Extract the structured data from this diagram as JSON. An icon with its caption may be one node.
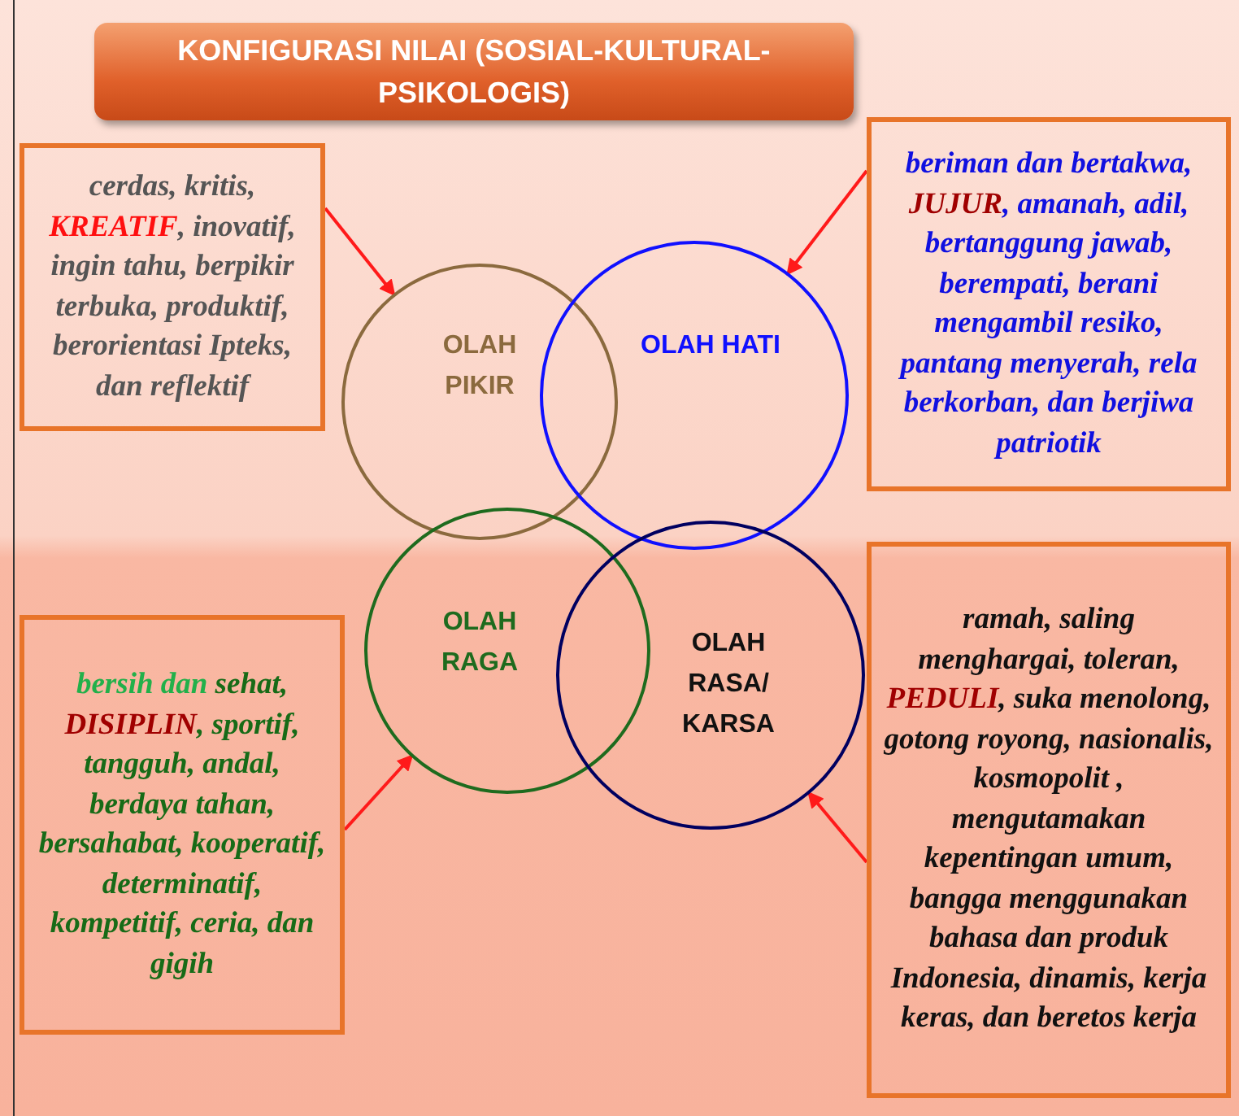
{
  "diagram": {
    "title": "KONFIGURASI NILAI (SOSIAL-KULTURAL-PSIKOLOGIS)",
    "nodes": [
      {
        "text": [
          "cerdas, kritis, **KREATIF**, inovatif, ingin tahu, berpikir terbuka, produktif, berorientasi Ipteks, dan reflektif"
        ]
      },
      {
        "text": [
          "OLAH PIKIR"
        ]
      },
      {
        "text": [
          "OLAH HATI"
        ]
      },
      {
        "text": [
          "beriman dan bertakwa, **JUJUR**, amanah, adil, bertanggung jawab, berempati, berani mengambil resiko, pantang menyerah, rela berkorban, dan berjiwa patriotik"
        ]
      },
      {
        "text": [
          "OLAH RAGA"
        ]
      },
      {
        "text": [
          "OLAH RASA/ KARSA"
        ]
      },
      {
        "text": [
          "*bersih dan* sehat, **DISIPLIN**, sportif, tangguh, andal, berdaya tahan, bersahabat, kooperatif, determinatif, kompetitif, ceria, dan gigih"
        ]
      },
      {
        "text": [
          "ramah, saling menghargai, toleran, **PEDULI**, suka menolong, gotong royong, nasionalis, kosmopolit , mengutamakan kepentingan umum, bangga menggunakan bahasa dan produk Indonesia, dinamis, kerja keras, dan beretos kerja"
        ]
      }
    ],
    "edges": [
      {
        "from": 0,
        "to": 1,
        "arrow": "to"
      },
      {
        "from": 3,
        "to": 2,
        "arrow": "to"
      },
      {
        "from": 6,
        "to": 4,
        "arrow": "to"
      },
      {
        "from": 7,
        "to": 5,
        "arrow": "to"
      }
    ]
  }
}
